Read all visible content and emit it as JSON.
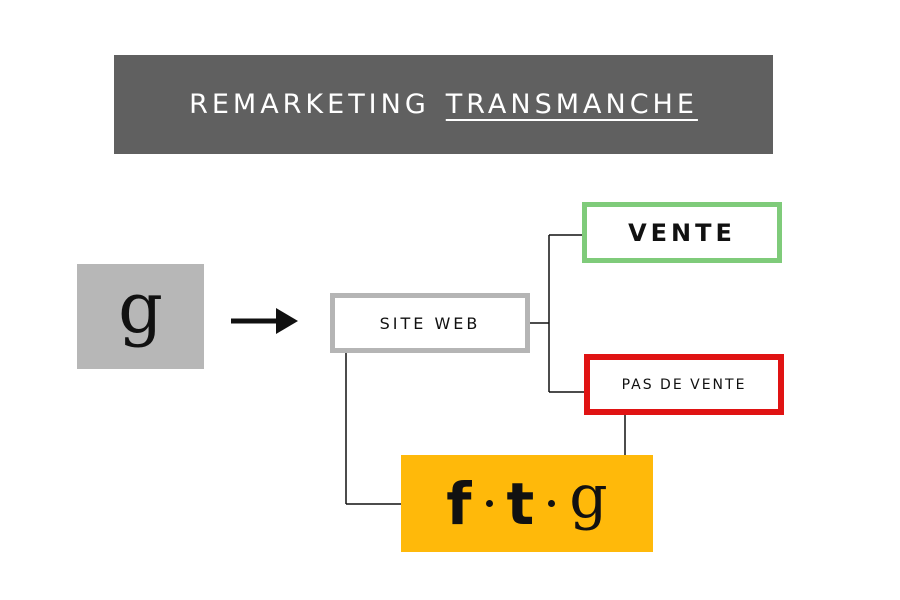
{
  "title": {
    "word_1": "REMARKETING",
    "word_2": "TRANSMANCHE"
  },
  "nodes": {
    "source": {
      "icon": "google-icon",
      "glyph": "g"
    },
    "site": {
      "label": "SITE WEB"
    },
    "vente": {
      "label": "VENTE",
      "border_color": "#7fcb7a"
    },
    "pas_de_vente": {
      "label": "PAS DE VENTE",
      "border_color": "#e01313"
    },
    "remarketing_channels": {
      "icons": [
        "facebook-icon",
        "twitter-icon",
        "google-icon"
      ],
      "glyphs": [
        "f",
        "t",
        "g"
      ],
      "background": "#ffb90a"
    }
  },
  "colors": {
    "banner": "#606060",
    "source_box": "#b7b7b7",
    "site_border": "#b5b5b5"
  }
}
